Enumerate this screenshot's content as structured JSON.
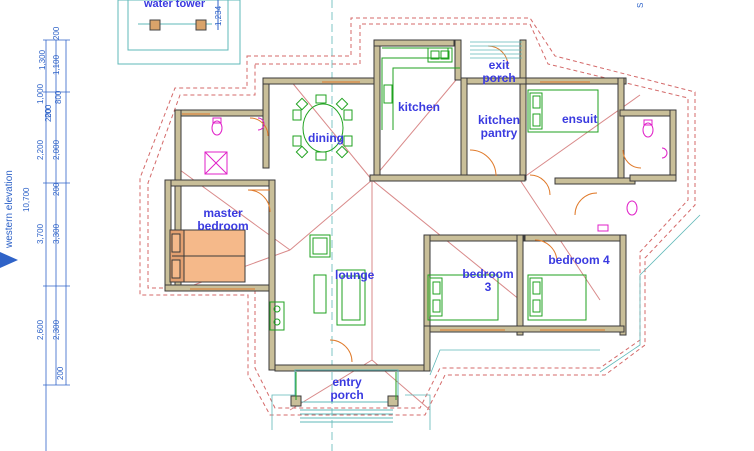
{
  "side_label": "western elevation",
  "water_tower": {
    "label": "water tower",
    "dim": "1,234"
  },
  "corner_label": "S",
  "rooms": {
    "kitchen": "kitchen",
    "exit_porch": "exit porch",
    "kitchen_pantry": "kitchen pantry",
    "ensuit": "ensuit",
    "dining": "dining",
    "master_bedroom": "master bedroom",
    "lounge": "lounge",
    "bedroom3": "bedroom 3",
    "bedroom4": "bedroom 4",
    "entry_porch": "entry porch"
  },
  "dimensions": {
    "total": "10,700",
    "outer": [
      "200",
      "1,300",
      "1,100",
      "200",
      "2,200",
      "3,700",
      "200",
      "2,600",
      "200"
    ],
    "inner": [
      "200",
      "800",
      "1,000",
      "2,000",
      "3,300",
      "2,300"
    ]
  },
  "colors": {
    "wall": "#c9bf99",
    "wall_outline": "#3a3a3a",
    "roof_line": "#d46a6a",
    "furniture": "#1fa21f",
    "sanitary": "#e020c8",
    "door": "#e07a2a",
    "label": "#3a3ae0",
    "dimension": "#2f63c8",
    "bed_highlight": "#f5b98a"
  }
}
